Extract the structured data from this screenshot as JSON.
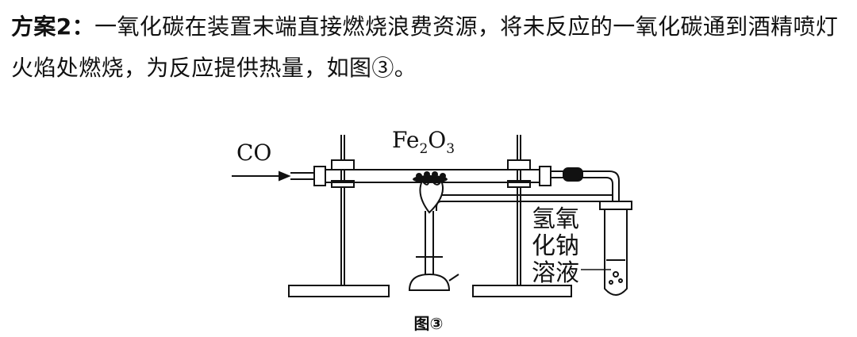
{
  "paragraph": {
    "lead": "方案2：",
    "text": "一氧化碳在装置末端直接燃烧浪费资源，将未反应的一氧化碳通到酒精喷灯火焰处燃烧，为反应提供热量，如图③。"
  },
  "figure": {
    "labels": {
      "inlet_gas": "CO",
      "reactant": {
        "base1": "Fe",
        "sub1": "2",
        "base2": "O",
        "sub2": "3"
      },
      "solution": [
        "氢氧",
        "化钠",
        "溶液"
      ]
    },
    "caption": "图③"
  }
}
